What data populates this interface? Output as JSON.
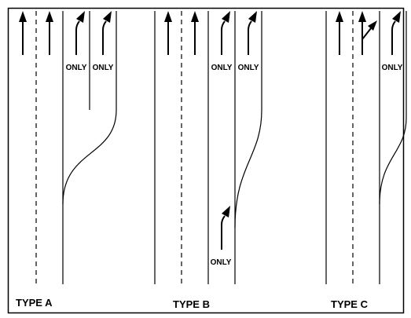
{
  "markings": {
    "only_label": "ONLY"
  },
  "labels": {
    "type_a": "TYPE A",
    "type_b": "TYPE B",
    "type_c": "TYPE C"
  }
}
